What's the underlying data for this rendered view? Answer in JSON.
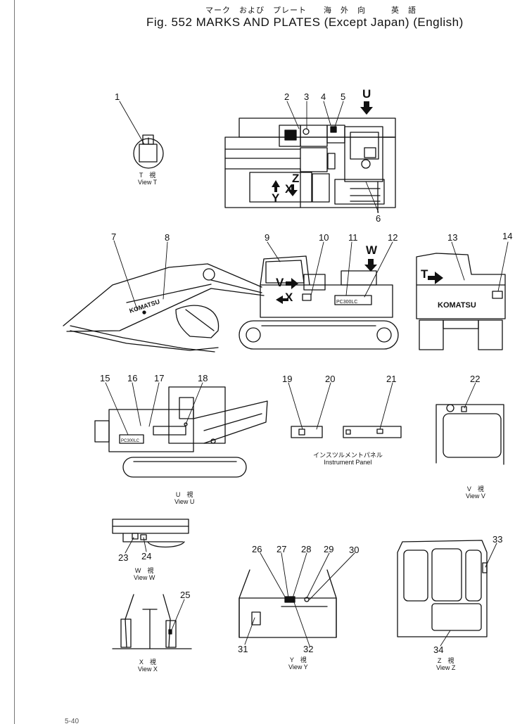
{
  "header": {
    "japanese": "マーク　および　プレート　　海　外　向　　　英　語",
    "title": "Fig. 552   MARKS AND PLATES (Except Japan) (English)"
  },
  "callouts": [
    "1",
    "2",
    "3",
    "4",
    "5",
    "6",
    "7",
    "8",
    "9",
    "10",
    "11",
    "12",
    "13",
    "14",
    "15",
    "16",
    "17",
    "18",
    "19",
    "20",
    "21",
    "22",
    "23",
    "24",
    "25",
    "26",
    "27",
    "28",
    "29",
    "30",
    "31",
    "32",
    "33",
    "34"
  ],
  "view_markers": {
    "U": "U",
    "W": "W",
    "V": "V",
    "X": "X",
    "Y": "Y",
    "Z": "Z",
    "T": "T"
  },
  "captions": {
    "view_t": {
      "jp": "T　視",
      "en": "View T"
    },
    "view_u": {
      "jp": "U　視",
      "en": "View U"
    },
    "view_v": {
      "jp": "V　視",
      "en": "View V"
    },
    "view_w": {
      "jp": "W　視",
      "en": "View W"
    },
    "view_x": {
      "jp": "X　視",
      "en": "View X"
    },
    "view_y": {
      "jp": "Y　視",
      "en": "View Y"
    },
    "view_z": {
      "jp": "Z　視",
      "en": "View Z"
    },
    "instrument_panel": {
      "jp": "インスツルメントパネル",
      "en": "Instrument Panel"
    }
  },
  "boom_brand": "KOMATSU",
  "rear_brand": "KOMATSU",
  "model_plate": "PC300LC",
  "page_number": "5-40"
}
